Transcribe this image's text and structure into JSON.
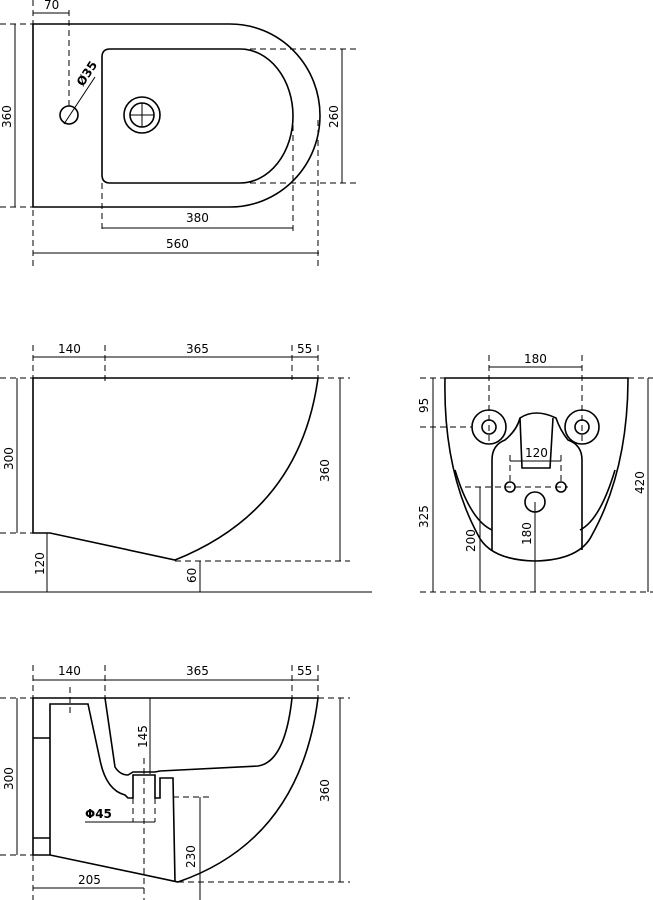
{
  "top_view": {
    "d70": "70",
    "d360": "360",
    "d260": "260",
    "d380": "380",
    "d560": "560",
    "phi35": "Ø35"
  },
  "side_view": {
    "d140": "140",
    "d365": "365",
    "d55": "55",
    "d300": "300",
    "d360": "360",
    "d120": "120",
    "d60": "60"
  },
  "front_view": {
    "d180_top": "180",
    "d95": "95",
    "d120": "120",
    "d325": "325",
    "d420": "420",
    "d200": "200",
    "d180_drain": "180"
  },
  "section_view": {
    "d140": "140",
    "d365": "365",
    "d55": "55",
    "d145": "145",
    "d300": "300",
    "d360": "360",
    "phi45": "Φ45",
    "d230": "230",
    "d205": "205"
  }
}
